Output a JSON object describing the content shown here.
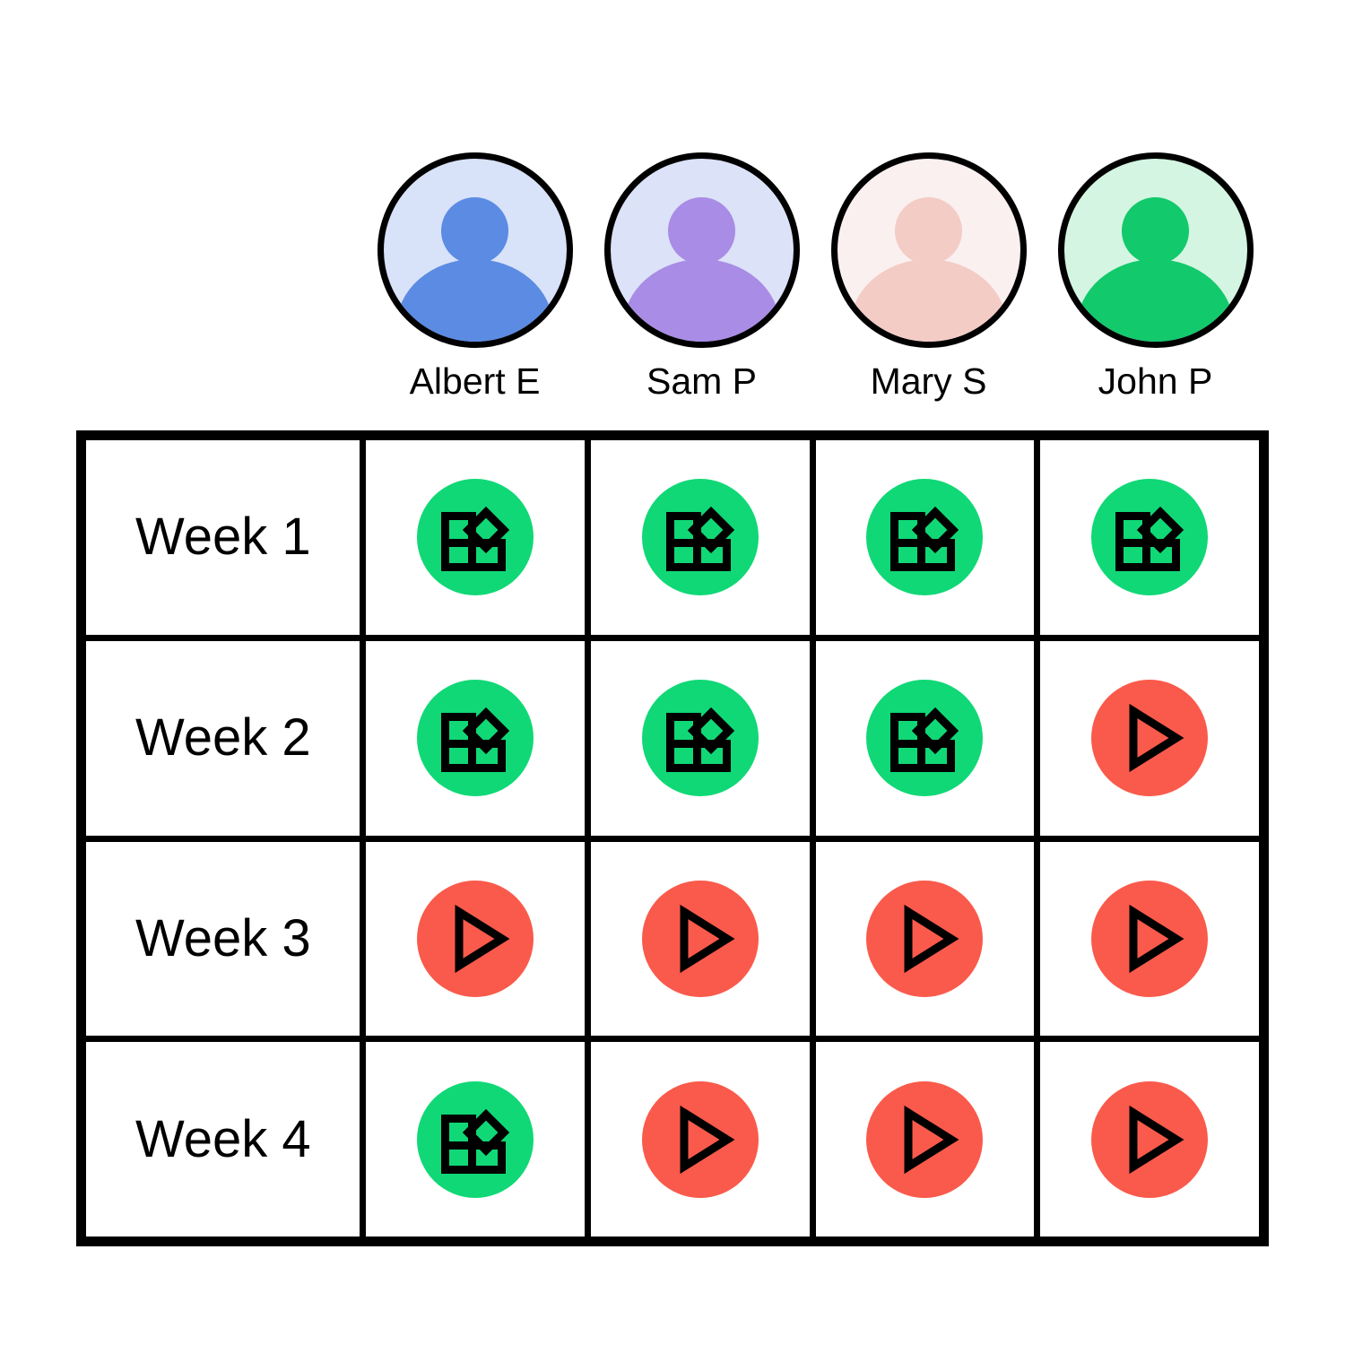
{
  "people": [
    {
      "name": "Albert E",
      "avatar_bg": "#D8E2F8",
      "avatar_fg": "#5B8BE3",
      "icon": "person-avatar-icon"
    },
    {
      "name": "Sam P",
      "avatar_bg": "#DCE2F8",
      "avatar_fg": "#A98CE6",
      "icon": "person-avatar-icon"
    },
    {
      "name": "Mary S",
      "avatar_bg": "#FAF0F0",
      "avatar_fg": "#F3CCC6",
      "icon": "person-avatar-icon"
    },
    {
      "name": "John P",
      "avatar_bg": "#D4F5E2",
      "avatar_fg": "#12C96B",
      "icon": "person-avatar-icon"
    }
  ],
  "rows": [
    {
      "label": "Week 1",
      "cells": [
        "done",
        "done",
        "done",
        "done"
      ]
    },
    {
      "label": "Week 2",
      "cells": [
        "done",
        "done",
        "done",
        "todo"
      ]
    },
    {
      "label": "Week 3",
      "cells": [
        "todo",
        "todo",
        "todo",
        "todo"
      ]
    },
    {
      "label": "Week 4",
      "cells": [
        "done",
        "todo",
        "todo",
        "todo"
      ]
    }
  ],
  "status_types": {
    "done": {
      "icon": "grid-blocks-icon",
      "color": "#10D876",
      "label": "done"
    },
    "todo": {
      "icon": "play-triangle-icon",
      "color": "#FA5A4B",
      "label": "todo"
    }
  },
  "chart_data": {
    "type": "table",
    "title": "",
    "categories": [
      "Albert E",
      "Sam P",
      "Mary S",
      "John P"
    ],
    "row_labels": [
      "Week 1",
      "Week 2",
      "Week 3",
      "Week 4"
    ],
    "series": [
      {
        "name": "Week 1",
        "values": [
          "done",
          "done",
          "done",
          "done"
        ]
      },
      {
        "name": "Week 2",
        "values": [
          "done",
          "done",
          "done",
          "todo"
        ]
      },
      {
        "name": "Week 3",
        "values": [
          "todo",
          "todo",
          "todo",
          "todo"
        ]
      },
      {
        "name": "Week 4",
        "values": [
          "done",
          "todo",
          "todo",
          "todo"
        ]
      }
    ],
    "legend": [
      {
        "key": "done",
        "color": "#10D876",
        "icon": "grid-blocks-icon"
      },
      {
        "key": "todo",
        "color": "#FA5A4B",
        "icon": "play-triangle-icon"
      }
    ],
    "grid": true,
    "legend_position": "none"
  }
}
